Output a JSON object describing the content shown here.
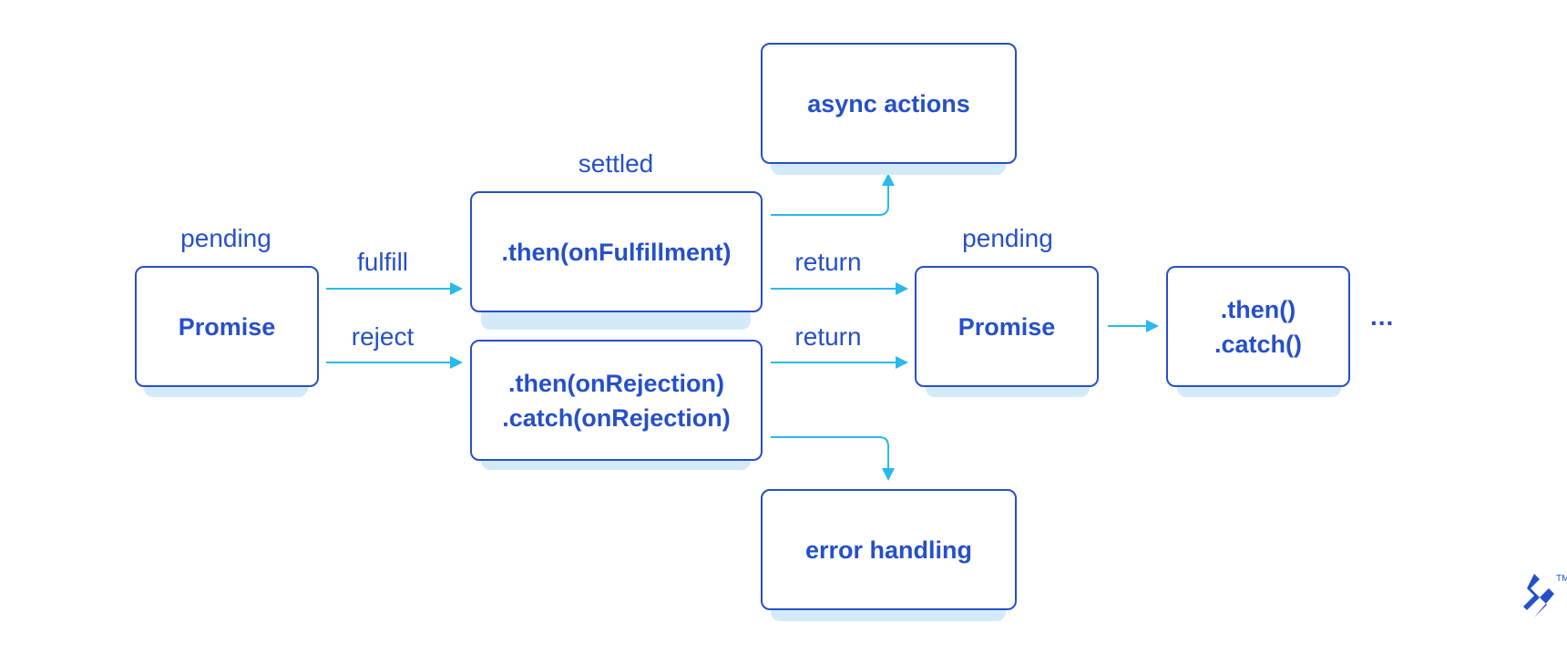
{
  "colors": {
    "box_border": "#2650c8",
    "text": "#2650c8",
    "shadow": "#d4eaf9",
    "arrow": "#2bb8ea"
  },
  "nodes": {
    "promise_initial": {
      "text": "Promise",
      "state_label": "pending"
    },
    "then_fulfillment": {
      "text": ".then(onFulfillment)",
      "state_label": "settled"
    },
    "then_rejection": {
      "line1": ".then(onRejection)",
      "line2": ".catch(onRejection)"
    },
    "async_actions": {
      "text": "async actions"
    },
    "error_handling": {
      "text": "error handling"
    },
    "promise_next": {
      "text": "Promise",
      "state_label": "pending"
    },
    "then_catch": {
      "line1": ".then()",
      "line2": ".catch()"
    },
    "continuation": "..."
  },
  "edges": {
    "fulfill": "fulfill",
    "reject": "reject",
    "return_fulfilled": "return",
    "return_rejected": "return"
  },
  "brand": {
    "logo_icon": "toptal-logo-icon",
    "trademark": "TM"
  }
}
